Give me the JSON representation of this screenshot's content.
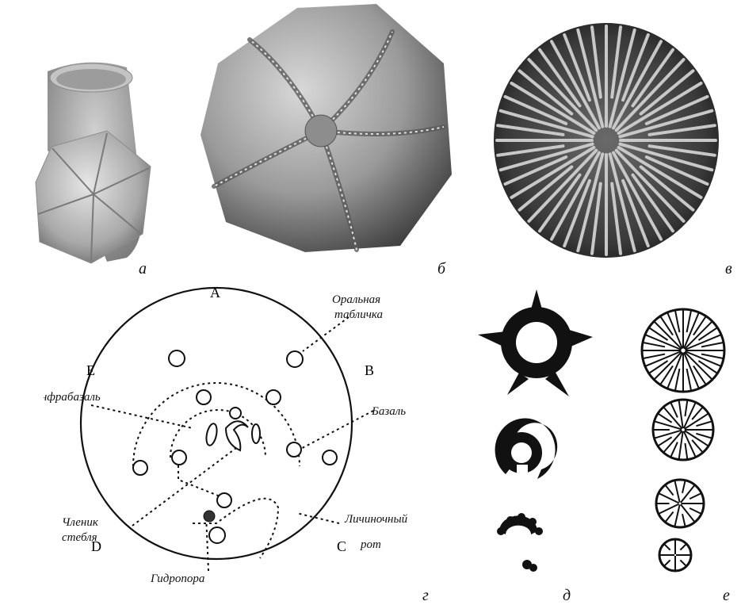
{
  "panel_labels": {
    "a": "а",
    "b": "б",
    "v": "в",
    "g": "г",
    "d": "д",
    "e": "е"
  },
  "diagram": {
    "sectors": {
      "A": "A",
      "B": "B",
      "C": "C",
      "D": "D",
      "E": "E"
    },
    "labels": {
      "oral_plate_1": "Оральная",
      "oral_plate_2": "табличка",
      "infrabasal": "Инфрабазаль",
      "basal": "Базаль",
      "stem_1": "Членик",
      "stem_2": "стебля",
      "larval_1": "Личиночный",
      "larval_2": "рот",
      "hydropore": "Гидропора"
    }
  },
  "colors": {
    "ink": "#111111",
    "photo_dark": "#2e2e2e",
    "photo_light": "#bdbdbd"
  }
}
